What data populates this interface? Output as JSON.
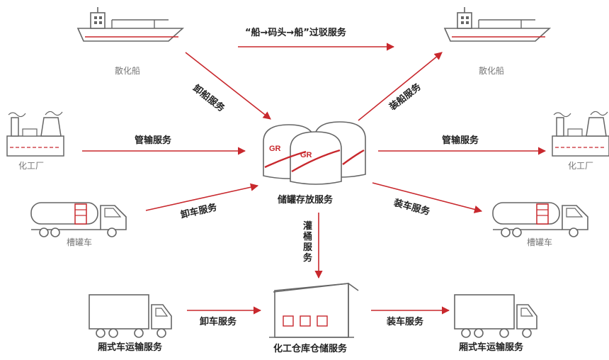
{
  "nodes": {
    "ship_left": "散化船",
    "ship_right": "散化船",
    "factory_left": "化工厂",
    "factory_right": "化工厂",
    "tanker_left": "槽罐车",
    "tanker_right": "槽罐车",
    "storage": "储罐存放服务",
    "warehouse": "化工仓库仓储服务",
    "truck_left": "厢式车运输服务",
    "truck_right": "厢式车运输服务"
  },
  "edges": {
    "transit": "“船→码头→船”过驳服务",
    "unload_ship": "卸船服务",
    "load_ship": "装船服务",
    "pipe_in": "管输服务",
    "pipe_out": "管输服务",
    "unload_tanker": "卸车服务",
    "load_tanker": "装车服务",
    "drum_filling": "灌桶服务",
    "unload_truck": "卸车服务",
    "load_truck": "装车服务"
  },
  "tank_logo": "GR",
  "colors": {
    "accent": "#c8282d",
    "line": "#5a5a5a",
    "text": "#333333"
  }
}
